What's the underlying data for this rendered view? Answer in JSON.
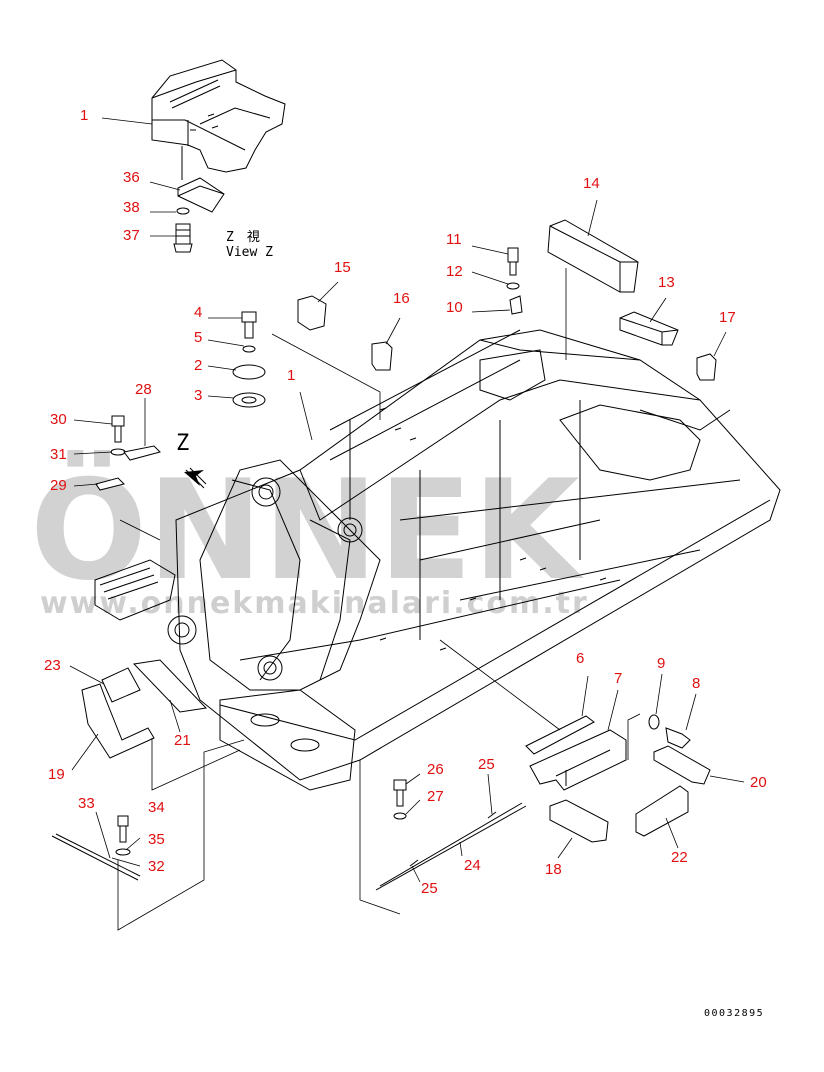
{
  "view_label_1": "Z　視",
  "view_label_2": "View Z",
  "z_marker": "Z",
  "doc_number": "00032895",
  "watermark_main": "ÖNNEK",
  "watermark_url": "www.onnekmakinalari.com.tr",
  "callouts": [
    {
      "id": "c1a",
      "text": "1"
    },
    {
      "id": "c36",
      "text": "36"
    },
    {
      "id": "c38",
      "text": "38"
    },
    {
      "id": "c37",
      "text": "37"
    },
    {
      "id": "c14",
      "text": "14"
    },
    {
      "id": "c11",
      "text": "11"
    },
    {
      "id": "c12",
      "text": "12"
    },
    {
      "id": "c10",
      "text": "10"
    },
    {
      "id": "c13",
      "text": "13"
    },
    {
      "id": "c15",
      "text": "15"
    },
    {
      "id": "c16",
      "text": "16"
    },
    {
      "id": "c17",
      "text": "17"
    },
    {
      "id": "c4",
      "text": "4"
    },
    {
      "id": "c5",
      "text": "5"
    },
    {
      "id": "c2",
      "text": "2"
    },
    {
      "id": "c3",
      "text": "3"
    },
    {
      "id": "c1b",
      "text": "1"
    },
    {
      "id": "c28",
      "text": "28"
    },
    {
      "id": "c30",
      "text": "30"
    },
    {
      "id": "c31",
      "text": "31"
    },
    {
      "id": "c29",
      "text": "29"
    },
    {
      "id": "c23",
      "text": "23"
    },
    {
      "id": "c21",
      "text": "21"
    },
    {
      "id": "c19",
      "text": "19"
    },
    {
      "id": "c34",
      "text": "34"
    },
    {
      "id": "c33",
      "text": "33"
    },
    {
      "id": "c35",
      "text": "35"
    },
    {
      "id": "c32",
      "text": "32"
    },
    {
      "id": "c6",
      "text": "6"
    },
    {
      "id": "c7",
      "text": "7"
    },
    {
      "id": "c9",
      "text": "9"
    },
    {
      "id": "c8",
      "text": "8"
    },
    {
      "id": "c20",
      "text": "20"
    },
    {
      "id": "c22",
      "text": "22"
    },
    {
      "id": "c18",
      "text": "18"
    },
    {
      "id": "c26",
      "text": "26"
    },
    {
      "id": "c27",
      "text": "27"
    },
    {
      "id": "c25a",
      "text": "25"
    },
    {
      "id": "c24",
      "text": "24"
    },
    {
      "id": "c25b",
      "text": "25"
    }
  ]
}
